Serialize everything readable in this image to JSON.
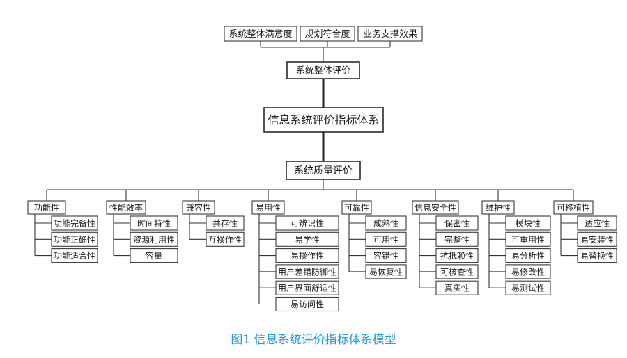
{
  "diagram": {
    "top_indicators": [
      "系统整体满意度",
      "规划符合度",
      "业务支撑效果"
    ],
    "overall_eval": "系统整体评价",
    "root": "信息系统评价指标体系",
    "quality_eval": "系统质量评价",
    "categories": [
      {
        "name": "功能性",
        "children": [
          "功能完备性",
          "功能正确性",
          "功能适合性"
        ]
      },
      {
        "name": "性能效率",
        "children": [
          "时间特性",
          "资源利用性",
          "容量"
        ]
      },
      {
        "name": "兼容性",
        "children": [
          "共存性",
          "互操作性"
        ]
      },
      {
        "name": "易用性",
        "children": [
          "可辨识性",
          "易学性",
          "易操作性",
          "用户差错防御性",
          "用户界面舒适性",
          "易访问性"
        ]
      },
      {
        "name": "可靠性",
        "children": [
          "成熟性",
          "可用性",
          "容错性",
          "易恢复性"
        ]
      },
      {
        "name": "信息安全性",
        "children": [
          "保密性",
          "完整性",
          "抗抵赖性",
          "可核查性",
          "真实性"
        ]
      },
      {
        "name": "维护性",
        "children": [
          "模块性",
          "可重用性",
          "易分析性",
          "易修改性",
          "易测试性"
        ]
      },
      {
        "name": "可移植性",
        "children": [
          "适应性",
          "易安装性",
          "易替换性"
        ]
      }
    ]
  },
  "caption": "图1 信息系统评价指标体系模型"
}
